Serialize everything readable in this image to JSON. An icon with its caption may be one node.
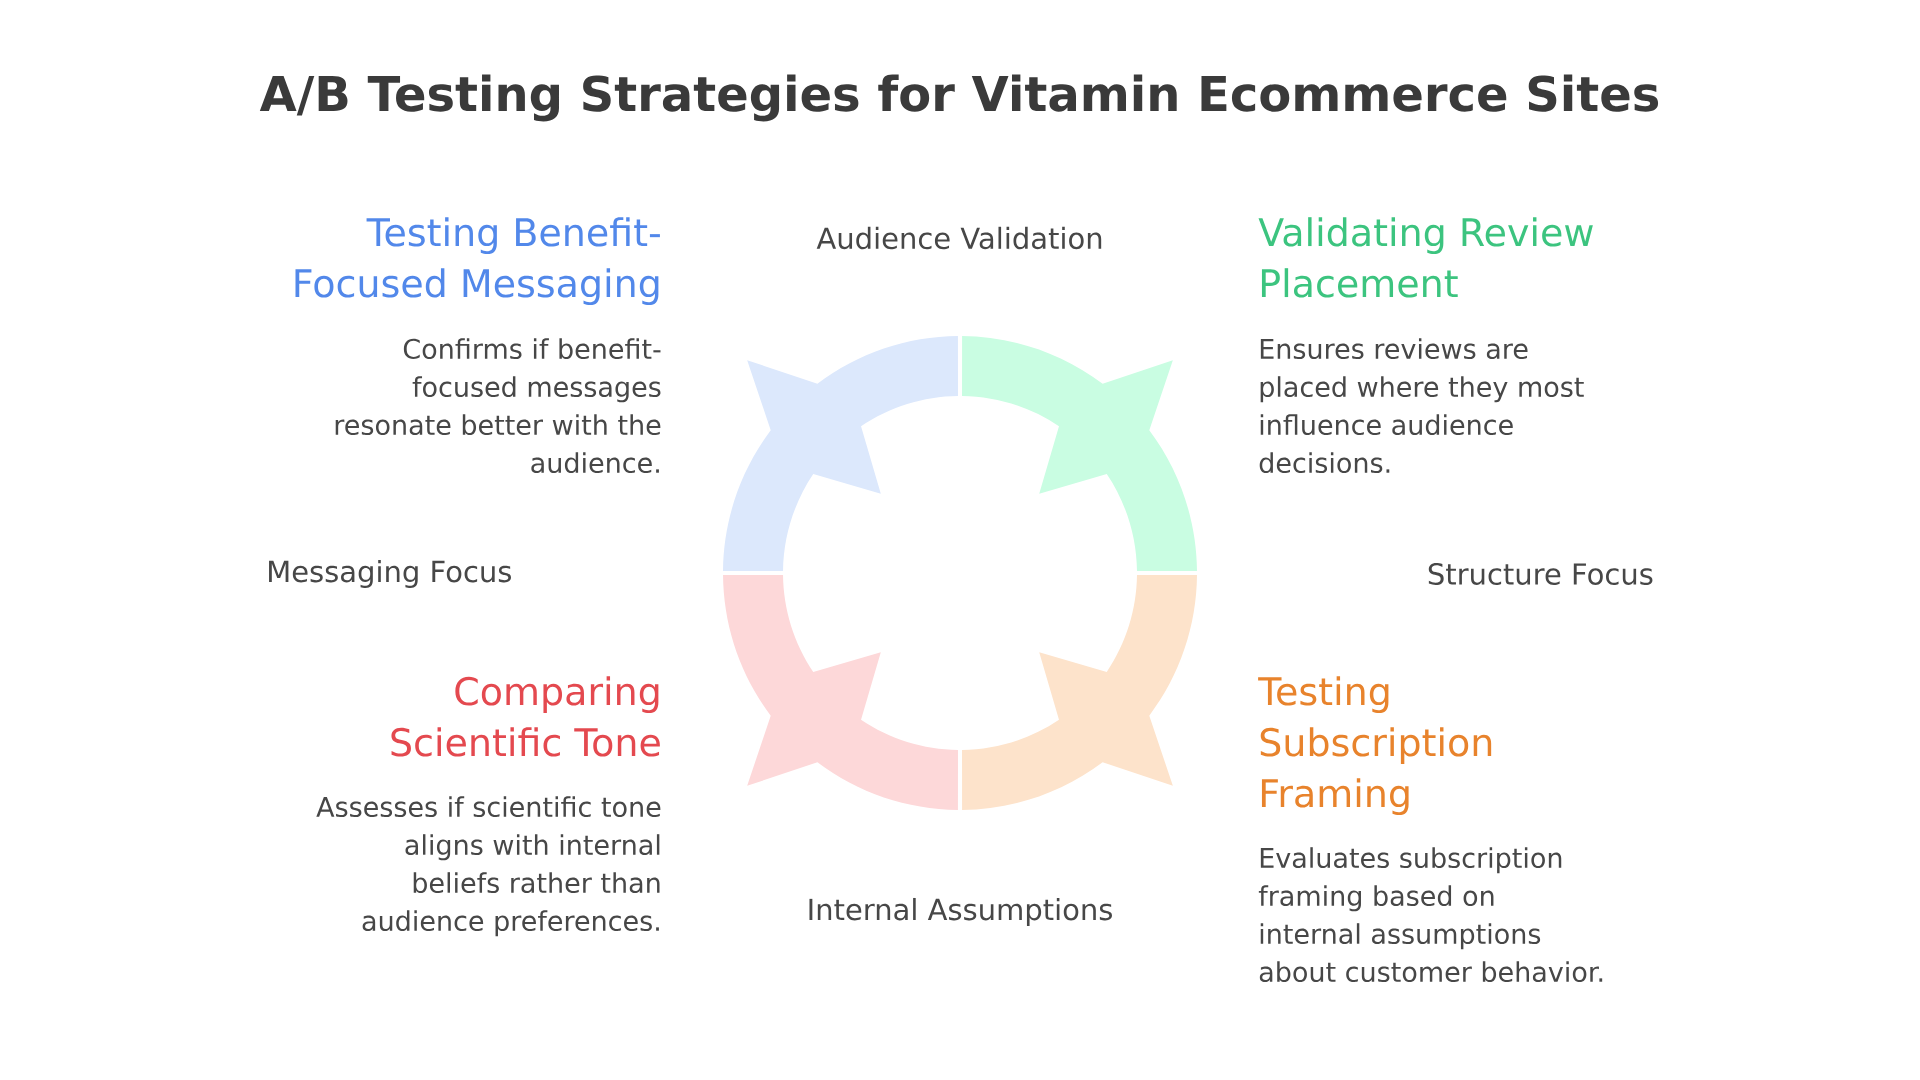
{
  "diagram": {
    "title": "A/B Testing Strategies for Vitamin Ecommerce Sites",
    "nodes": [
      {
        "text": [],
        "shape": "arrow",
        "beside": [
          "Testing Benefit-Focused Messaging",
          "Confirms if benefit-focused messages resonate better with the audience."
        ]
      },
      {
        "text": [],
        "shape": "arrow",
        "beside": [
          "Validating Review Placement",
          "Ensures reviews are placed where they most influence audience decisions."
        ]
      },
      {
        "text": [],
        "shape": "arrow",
        "beside": [
          "Comparing Scientific Tone",
          "Assesses if scientific tone aligns with internal beliefs rather than audience preferences."
        ]
      },
      {
        "text": [],
        "shape": "arrow",
        "beside": [
          "Testing Subscription Framing",
          "Evaluates subscription framing based on internal assumptions about customer behavior."
        ]
      }
    ],
    "labels": [
      "Audience Validation",
      "Messaging Focus",
      "Structure Focus",
      "Internal Assumptions"
    ]
  }
}
